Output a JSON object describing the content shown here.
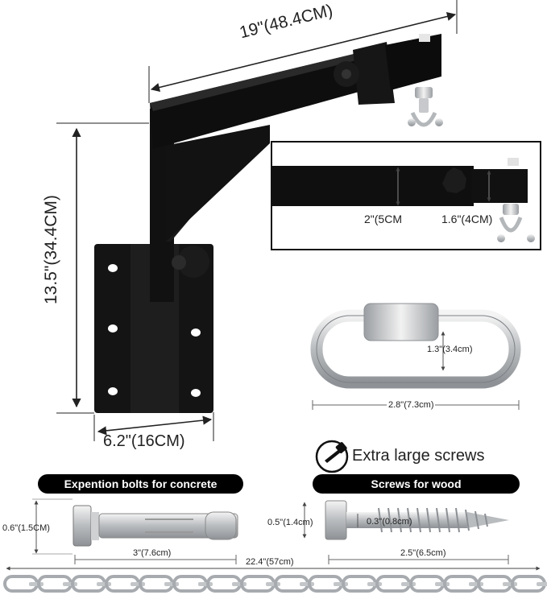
{
  "dimensions": {
    "arm_length": "19\"(48.4CM)",
    "height": "13.5\"(34.4CM)",
    "base_width": "6.2\"(16CM)",
    "tube_outer": "2\"(5CM",
    "tube_inner": "1.6\"(4CM)",
    "link_height": "1.3\"(3.4cm)",
    "link_length": "2.8\"(7.3cm)",
    "bolt_diameter": "0.6\"(1.5CM)",
    "bolt_length": "3\"(7.6cm)",
    "screw_head": "0.5\"(1.4cm)",
    "screw_shank": "0.3\"(0.8cm)",
    "screw_length": "2.5\"(6.5cm)",
    "chain_length": "22.4\"(57cm)"
  },
  "labels": {
    "extra_large_screws": "Extra large screws",
    "expansion_bolts_title": "Expention bolts for concrete",
    "wood_screws_title": "Screws for wood"
  },
  "colors": {
    "steel_black": "#111111",
    "metal_silver": "#c9cbcd",
    "pill_bg": "#000000"
  },
  "icons": [
    "screw-icon",
    "knob-icon",
    "swivel-shackle-icon"
  ]
}
